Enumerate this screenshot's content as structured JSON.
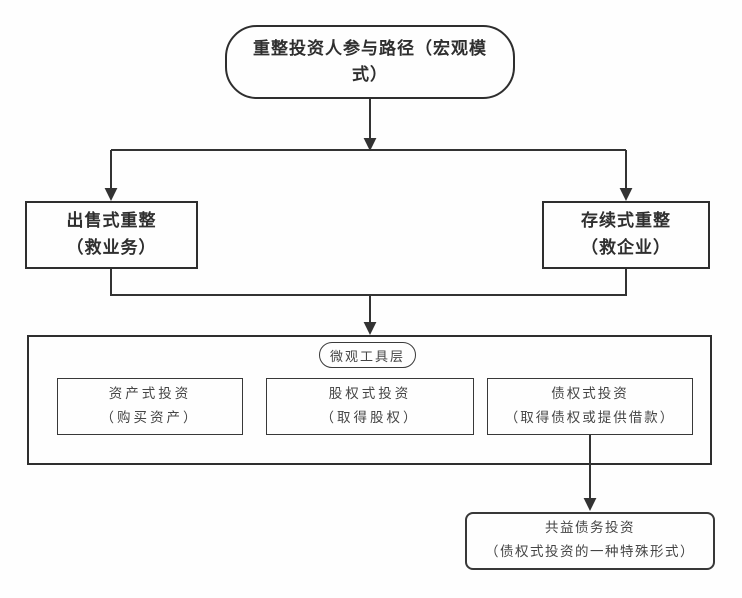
{
  "colors": {
    "line": "#333333",
    "border_dark": "#2e2e2e",
    "text_bold": "#2f2f2f",
    "text_light": "#454545",
    "background": "#fefefe"
  },
  "nodes": {
    "root": {
      "line1": "重整投资人参与路径（宏观模",
      "line2": "式）"
    },
    "sale": {
      "line1": "出售式重整",
      "line2": "（救业务）"
    },
    "survival": {
      "line1": "存续式重整",
      "line2": "（救企业）"
    },
    "layer_label": "微观工具层",
    "tools": [
      {
        "line1": "资产式投资",
        "line2": "（购买资产）"
      },
      {
        "line1": "股权式投资",
        "line2": "（取得股权）"
      },
      {
        "line1": "债权式投资",
        "line2": "（取得债权或提供借款）"
      }
    ],
    "special": {
      "line1": "共益债务投资",
      "line2": "（债权式投资的一种特殊形式）"
    }
  }
}
